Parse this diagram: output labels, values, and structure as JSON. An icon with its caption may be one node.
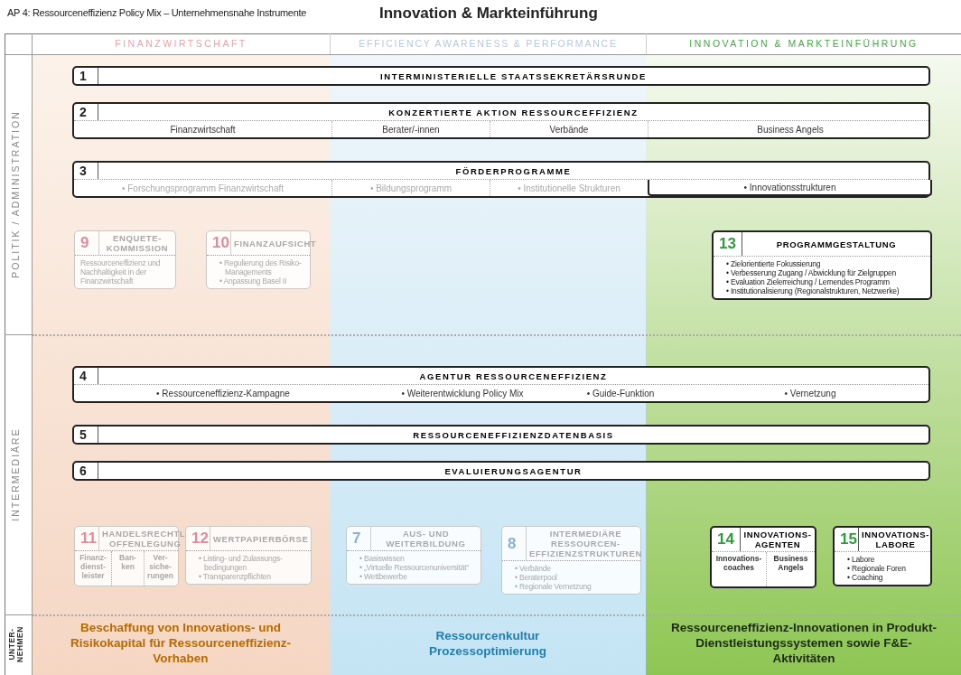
{
  "diagram": {
    "title": "Innovation & Markteinführung",
    "nodes": [
      {
        "text": [
          "1",
          "INTERMINISTERIELLE STAATSSEKRETÄRSRUNDE"
        ]
      },
      {
        "text": [
          "2",
          "KONZERTIERTE AKTION RESSOURCEFFIZIENZ",
          "Finanzwirtschaft",
          "Berater/-innen",
          "Verbände",
          "Business Angels"
        ]
      },
      {
        "text": [
          "3",
          "FÖRDERPROGRAMME",
          "• Forschungsprogramm Finanzwirtschaft",
          "• Bildungsprogramm",
          "• Institutionelle Strukturen",
          "• Innovationsstrukturen"
        ]
      },
      {
        "text": [
          "9",
          "ENQUETE- KOMMISSION",
          "Ressourceneffizienz und Nachhaltigkeit in der Finanzwirtschaft"
        ]
      },
      {
        "text": [
          "10",
          "FINANZAUFSICHT",
          "• Regulierung des Risiko-Managements",
          "• Anpassung Basel II"
        ]
      },
      {
        "text": [
          "13",
          "PROGRAMMGESTALTUNG",
          "• Zielorientierte Fokussierung",
          "• Verbesserung Zugang / Abwicklung für Zielgruppen",
          "• Evaluation Zielerreichung / Lernendes Programm",
          "• Institutionalisierung (Regionalstrukturen, Netzwerke)"
        ]
      },
      {
        "text": [
          "4",
          "AGENTUR RESSOURCENEFFIZIENZ",
          "• Ressourceneffizienz-Kampagne",
          "• Weiterentwicklung Policy Mix",
          "• Guide-Funktion",
          "• Vernetzung"
        ]
      },
      {
        "text": [
          "5",
          "RESSOURCENEFFIZIENZDATENBASIS"
        ]
      },
      {
        "text": [
          "6",
          "EVALUIERUNGSAGENTUR"
        ]
      },
      {
        "text": [
          "11",
          "HANDELSRECHTL. OFFENLEGUNG",
          "Finanz- dienst- leister",
          "Ban- ken",
          "Ver- siche- rungen"
        ]
      },
      {
        "text": [
          "12",
          "WERTPAPIERBÖRSE",
          "• Listing- und Zulassungs- bedingungen",
          "• Transparenzpflichten"
        ]
      },
      {
        "text": [
          "7",
          "AUS- UND WEITERBILDUNG",
          "• Basiswissen",
          "• „Virtuelle Ressourcenuniversität“",
          "• Wettbewerbe"
        ]
      },
      {
        "text": [
          "8",
          "INTERMEDIÄRE RESSOURCEN- EFFIZIENZSTRUKTUREN",
          "• Verbände",
          "• Beraterpool",
          "• Regionale Vernetzung"
        ]
      },
      {
        "text": [
          "14",
          "INNOVATIONS- AGENTEN",
          "Innovations- coaches",
          "Business Angels"
        ]
      },
      {
        "text": [
          "15",
          "INNOVATIONS- LABORE",
          "• Labore",
          "• Regionale Foren",
          "• Coaching"
        ]
      }
    ],
    "labels": [
      "AP 4: Ressourceneffizienz Policy Mix – Unternehmensnahe Instrumente",
      "FINANZWIRTSCHAFT",
      "EFFICIENCY AWARENESS & PERFORMANCE",
      "INNOVATION & MARKTEINFÜHRUNG",
      "POLITIK / ADMINISTRATION",
      "INTERMEDIÄRE",
      "UNTER- NEHMEN",
      "Beschaffung von Innovations- und Risikokapital für Ressourceneffizienz-Vorhaben",
      "Ressourcenkultur Prozessoptimierung",
      "Ressourceneffizienz-Innovationen in Produkt-Dienstleistungssystemen sowie F&E-Aktivitäten"
    ]
  }
}
